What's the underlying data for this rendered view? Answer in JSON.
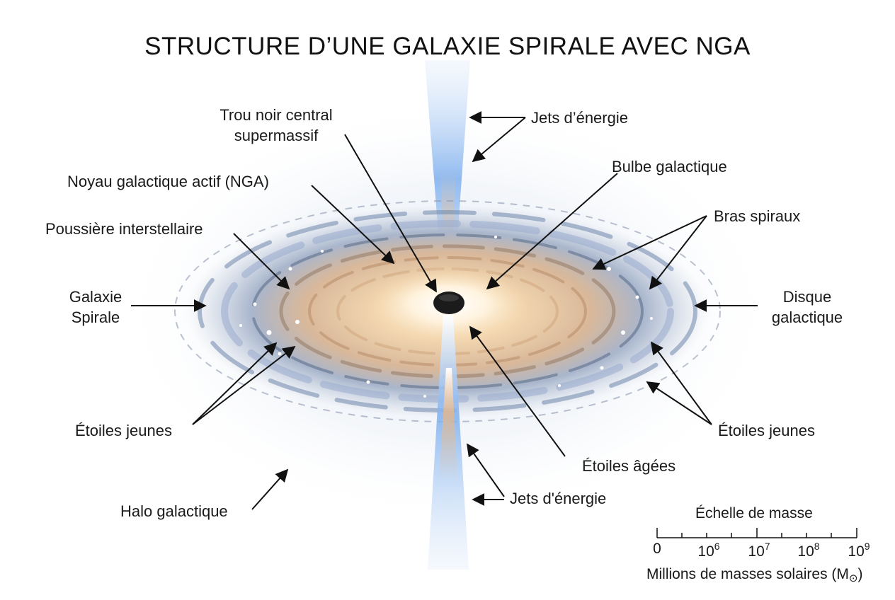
{
  "title": "STRUCTURE D’UNE GALAXIE SPIRALE AVEC NGA",
  "labels": {
    "trou_noir_1": "Trou noir central",
    "trou_noir_2": "supermassif",
    "jets_haut": "Jets d’énergie",
    "bulbe": "Bulbe galactique",
    "nga": "Noyau galactique actif (NGA)",
    "bras": "Bras spiraux",
    "poussiere": "Poussière interstellaire",
    "galaxie_1": "Galaxie",
    "galaxie_2": "Spirale",
    "disque_1": "Disque",
    "disque_2": "galactique",
    "etoiles_jeunes_gauche": "Étoiles jeunes",
    "etoiles_jeunes_droite": "Étoiles jeunes",
    "etoiles_agees": "Étoiles âgées",
    "jets_bas": "Jets d'énergie",
    "halo": "Halo galactique"
  },
  "scale": {
    "title": "Échelle de masse",
    "ticks": [
      {
        "base": "0",
        "exp": ""
      },
      {
        "base": "10",
        "exp": "6"
      },
      {
        "base": "10",
        "exp": "7"
      },
      {
        "base": "10",
        "exp": "8"
      },
      {
        "base": "10",
        "exp": "9"
      }
    ],
    "unit_text": "Millions de masses solaires (M",
    "unit_symbol": "⊙",
    "unit_close": ")"
  },
  "colors": {
    "jet": "#6fa4e8",
    "core": "#f5d6a8",
    "arm": "#8fa7c9",
    "black_hole": "#1b1b1b"
  }
}
